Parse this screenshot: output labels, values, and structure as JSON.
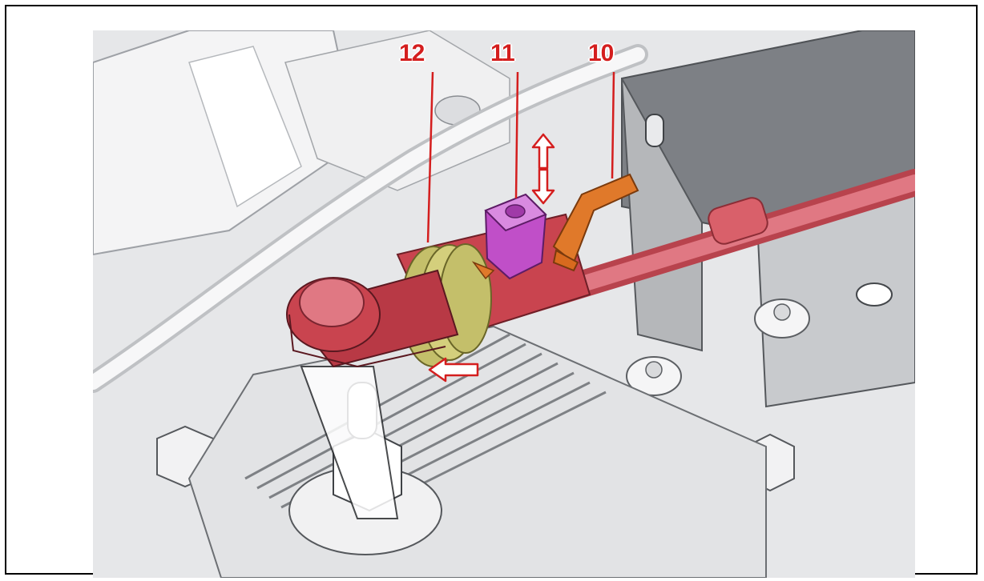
{
  "callouts": [
    {
      "label": "12"
    },
    {
      "label": "11"
    },
    {
      "label": "10"
    }
  ],
  "colors": {
    "callout_text": "#d41e1e",
    "callout_outline": "#ffffff",
    "arrow_fill": "#ffffff",
    "arrow_stroke": "#d41e1e",
    "terminal_cap": "#c9444f",
    "cable": "#d9606a",
    "seal_ring": "#c4bf6a",
    "lock_slider": "#c04fc8",
    "release_tab": "#e0792a",
    "background_parts": "#e9eaec"
  },
  "icons": [
    "arrow-up-icon",
    "arrow-down-icon",
    "arrow-left-icon"
  ]
}
